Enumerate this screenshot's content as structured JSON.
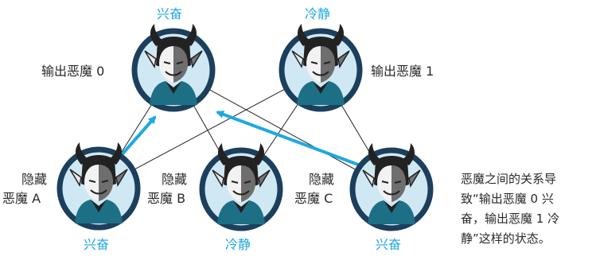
{
  "nodes": {
    "out0": {
      "state": "兴奋",
      "label": "输出恶魔 0"
    },
    "out1": {
      "state": "冷静",
      "label": "输出恶魔 1"
    },
    "hidA": {
      "state": "兴奋",
      "label_line1": "隐藏",
      "label_line2": "恶魔 A"
    },
    "hidB": {
      "state": "冷静",
      "label_line1": "隐藏",
      "label_line2": "恶魔 B"
    },
    "hidC": {
      "state": "兴奋",
      "label_line1": "隐藏",
      "label_line2": "恶魔 C"
    }
  },
  "caption": {
    "line1": "恶魔之间的关系导",
    "line2": "致“输出恶魔 0 兴",
    "line3": "奋，输出恶魔 1 冷",
    "line4": "静”这样的状态。"
  },
  "colors": {
    "accent": "#1fa8e0",
    "circle_fill": "#cfe8f4",
    "circle_ring": "#1b3f5c",
    "demon_dark": "#222222",
    "demon_cape": "#1d6f86"
  }
}
